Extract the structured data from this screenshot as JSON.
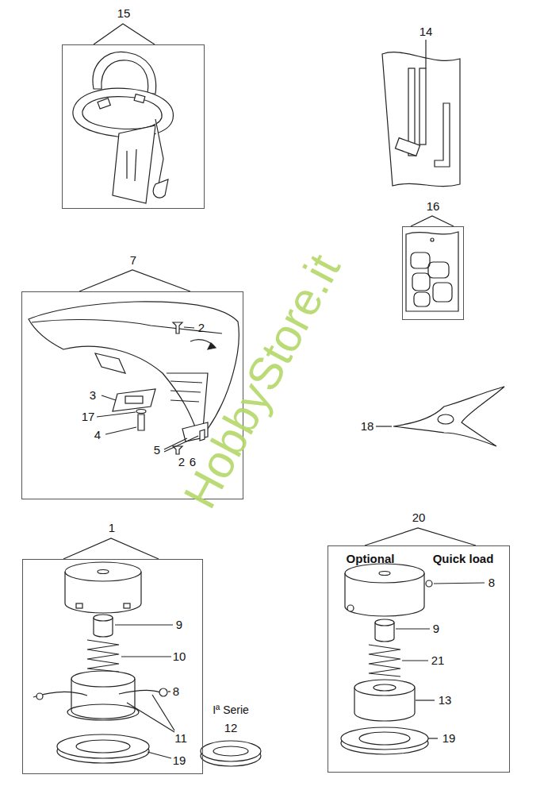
{
  "diagram": {
    "nodes": [
      {
        "text": [
          "15"
        ]
      },
      {
        "text": [
          "16"
        ]
      },
      {
        "text": [
          "7"
        ]
      },
      {
        "text": [
          "1"
        ]
      },
      {
        "text": [
          "20",
          "Optional",
          "Quick load"
        ]
      }
    ],
    "labels": [
      "14",
      "18",
      "Iª Serie",
      "12",
      "HobbyStore.it",
      "2",
      "3",
      "17",
      "4",
      "5",
      "2",
      "6",
      "9",
      "10",
      "8",
      "11",
      "19",
      "8",
      "9",
      "21",
      "13",
      "19"
    ]
  }
}
